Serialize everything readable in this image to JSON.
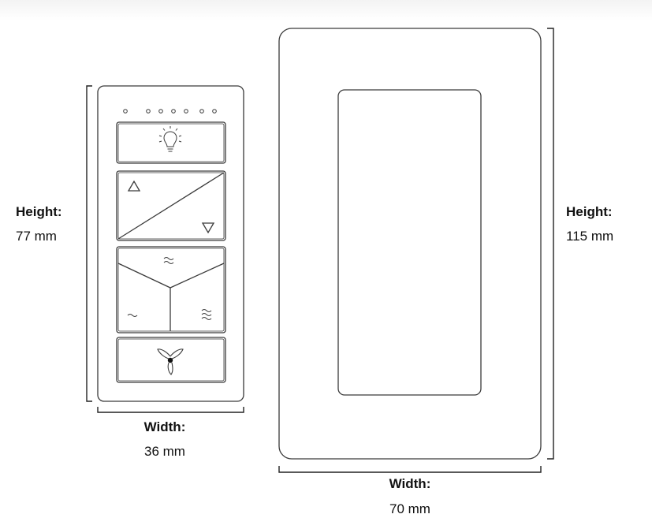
{
  "remote": {
    "height_label": "Height:",
    "height_value": "77 mm",
    "width_label": "Width:",
    "width_value": "36 mm",
    "indicator_dots": 7,
    "icons": {
      "light": "lightbulb-icon",
      "dim_up": "triangle-up-icon",
      "dim_down": "triangle-down-icon",
      "fan_medium": "wave-medium-icon",
      "fan_low": "wave-low-icon",
      "fan_high": "wave-high-icon",
      "fan": "fan-icon"
    }
  },
  "wallplate": {
    "height_label": "Height:",
    "height_value": "115 mm",
    "width_label": "Width:",
    "width_value": "70 mm"
  },
  "colors": {
    "stroke": "#3a3a3a",
    "bracket": "#222222",
    "text": "#111111"
  }
}
